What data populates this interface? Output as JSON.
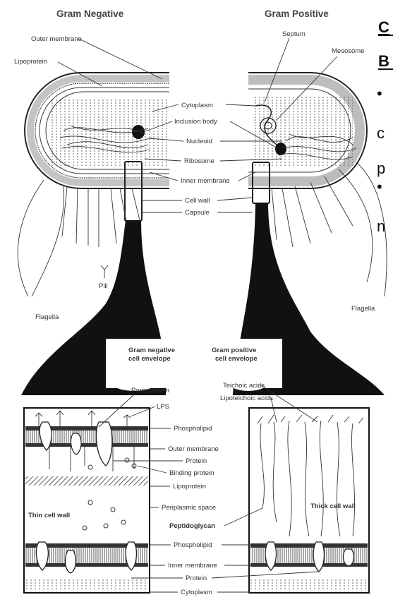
{
  "headers": {
    "gram_negative": "Gram Negative",
    "gram_positive": "Gram Positive"
  },
  "cell_labels": {
    "outer_membrane": "Outer membrane",
    "lipoprotein": "Lipoprotein",
    "septum": "Septum",
    "mesosome": "Mesosome",
    "cytoplasm": "Cytoplasm",
    "inclusion_body": "Inclusion body",
    "nucleoid": "Nucleoid",
    "ribosome": "Ribosome",
    "inner_membrane": "Inner membrane",
    "cell_wall": "Cell wall",
    "capsule": "Capsule",
    "pili": "Pili",
    "flagella_left": "Flagella",
    "flagella_right": "Flagella"
  },
  "envelope_headers": {
    "neg_line1": "Gram negative",
    "neg_line2": "cell envelope",
    "pos_line1": "Gram positive",
    "pos_line2": "cell envelope"
  },
  "envelope_labels": {
    "porin_protein": "Porin protein",
    "lps": "LPS",
    "teichoic_acids": "Teichoic acids",
    "lipoteichoic_acids": "Lipoteichoic acids",
    "phospholipid_top": "Phospholipid",
    "outer_membrane": "Outer membrane",
    "protein_top": "Protein",
    "binding_protein": "Binding protein",
    "lipoprotein": "Lipoprotein",
    "periplasmic_space": "Periplasmic space",
    "peptidoglycan": "Peptidoglycan",
    "thin_cell_wall": "Thin cell wall",
    "thick_cell_wall": "Thick cell wall",
    "phospholipid_bottom": "Phospholipid",
    "inner_membrane": "Inner membrane",
    "protein_bottom": "Protein",
    "cytoplasm": "Cytoplasm"
  },
  "side_text": {
    "line1": "C",
    "line2": "B",
    "line3": "•",
    "line4": "c",
    "line5": "p",
    "line6": "•",
    "line7": "n"
  },
  "colors": {
    "ink": "#333333",
    "wall_gray": "#b5b5b5",
    "background": "#ffffff"
  }
}
